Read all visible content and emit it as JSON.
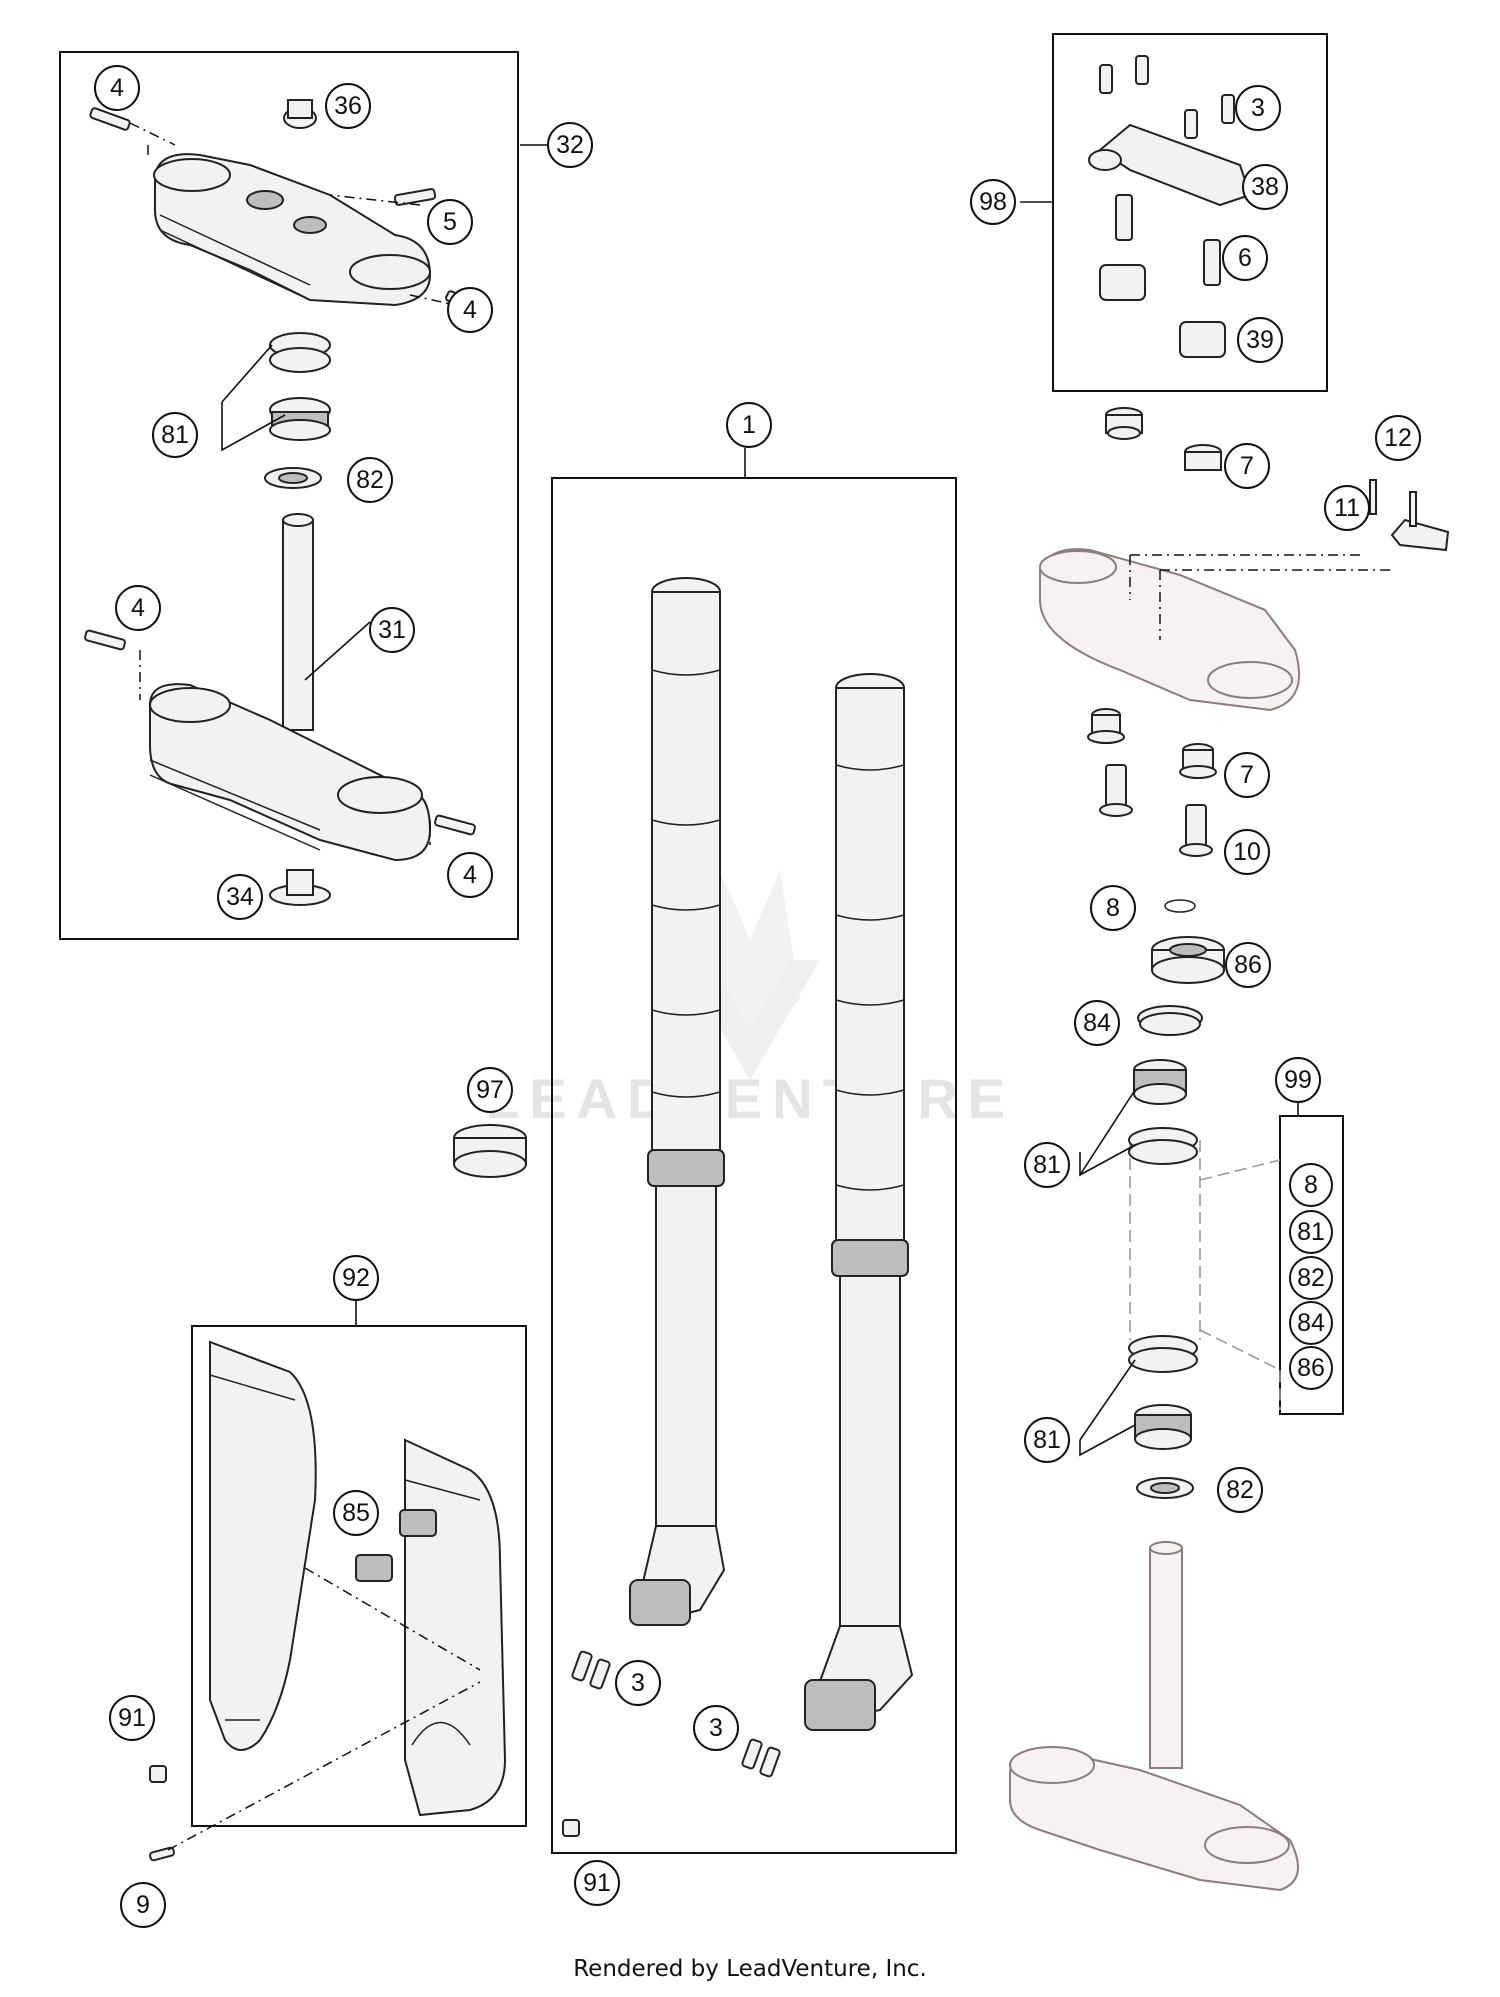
{
  "watermark": "LEADVENTURE",
  "footer": "Rendered by LeadVenture, Inc.",
  "callouts": {
    "c1": "1",
    "c3_top": "3",
    "c3_fork_a": "3",
    "c3_fork_b": "3",
    "c4_a": "4",
    "c4_b": "4",
    "c4_c": "4",
    "c4_d": "4",
    "c5": "5",
    "c6": "6",
    "c7_a": "7",
    "c7_b": "7",
    "c8_a": "8",
    "c8_b": "8",
    "c9": "9",
    "c10": "10",
    "c11": "11",
    "c12": "12",
    "c31": "31",
    "c32": "32",
    "c34": "34",
    "c36": "36",
    "c38": "38",
    "c39": "39",
    "c81_a": "81",
    "c81_b": "81",
    "c81_c": "81",
    "c81_d": "81",
    "c82_a": "82",
    "c82_b": "82",
    "c82_c": "82",
    "c84_a": "84",
    "c84_b": "84",
    "c85": "85",
    "c86_a": "86",
    "c86_b": "86",
    "c91_a": "91",
    "c91_b": "91",
    "c92": "92",
    "c97": "97",
    "c98": "98",
    "c99": "99"
  }
}
